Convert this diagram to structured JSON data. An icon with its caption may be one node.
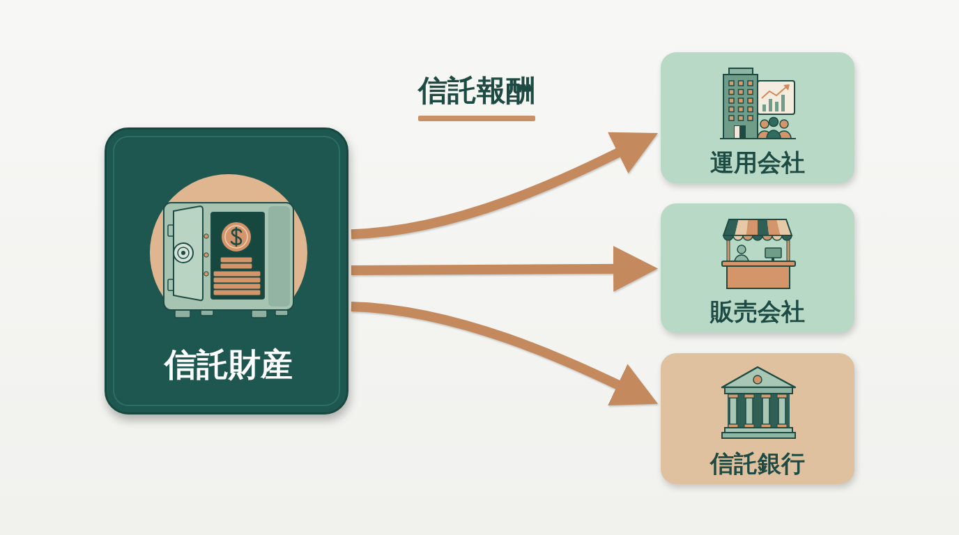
{
  "diagram": {
    "nodes": [
      {
        "text": [
          "信託財産"
        ]
      },
      {
        "text": [
          "運用会社"
        ]
      },
      {
        "text": [
          "販売会社"
        ]
      },
      {
        "text": [
          "信託銀行"
        ]
      }
    ],
    "edges": [
      {
        "from": 0,
        "to": 1,
        "arrow": "to"
      },
      {
        "from": 0,
        "to": 2,
        "arrow": "to"
      },
      {
        "from": 0,
        "to": 3,
        "arrow": "to"
      }
    ],
    "labels": [
      "信託報酬"
    ]
  }
}
